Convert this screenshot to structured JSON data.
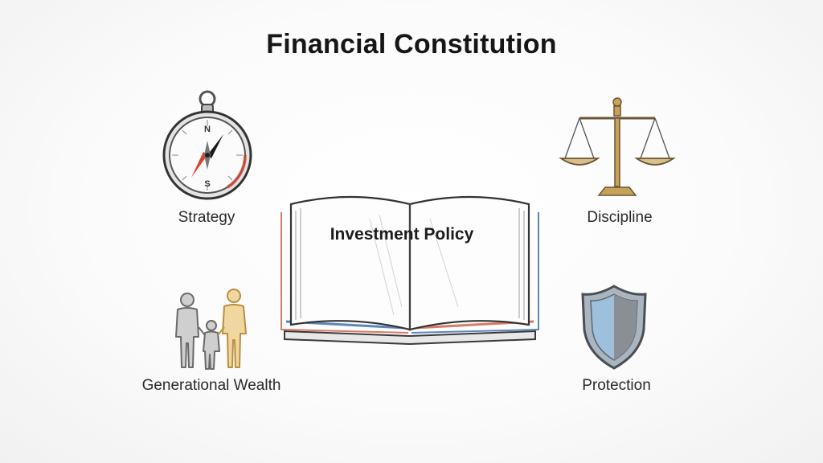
{
  "title": "Financial Constitution",
  "center": {
    "label": "Investment Policy",
    "icon": "open-book-icon"
  },
  "nodes": [
    {
      "label": "Strategy",
      "icon": "compass-icon"
    },
    {
      "label": "Discipline",
      "icon": "balance-scale-icon"
    },
    {
      "label": "Generational Wealth",
      "icon": "family-icon"
    },
    {
      "label": "Protection",
      "icon": "shield-icon"
    }
  ],
  "compass_letters": {
    "north": "N",
    "south": "S"
  },
  "colors": {
    "ink": "#2a2a2a",
    "accent_red": "#d9432c",
    "gold": "#c9a25a",
    "shield_blue": "#9fc0dc",
    "book_blue": "#5d86b8",
    "book_red": "#d67b6a"
  }
}
